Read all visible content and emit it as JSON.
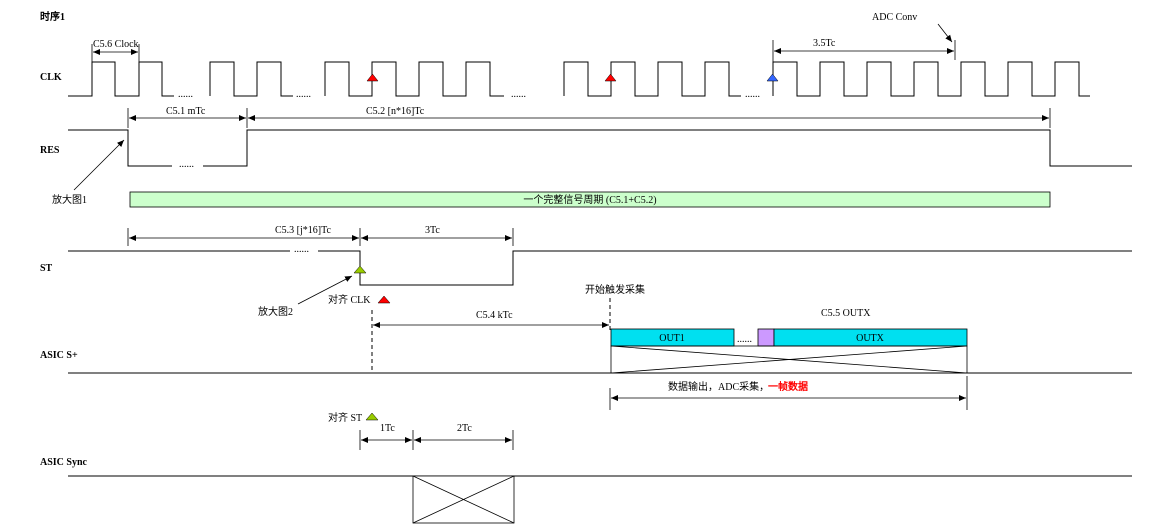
{
  "title": "时序1",
  "signals": {
    "clk": "CLK",
    "res": "RES",
    "st": "ST",
    "asic_s": "ASIC S+",
    "asic_sync": "ASIC Sync"
  },
  "annotations": {
    "adc_conv": "ADC Conv",
    "c56_clock": "C5.6 Clock",
    "c51": "C5.1 mTc",
    "c52": "C5.2 [n*16]Tc",
    "tc35": "3.5Tc",
    "zoom1": "放大图1",
    "zoom2": "放大图2",
    "full_period": "一个完整信号周期 (C5.1+C5.2)",
    "c53": "C5.3 [j*16]Tc",
    "tc3": "3Tc",
    "align_clk": "对齐 CLK",
    "start_trigger": "开始触发采集",
    "c54": "C5.4 kTc",
    "c55": "C5.5 OUTX",
    "out1": "OUT1",
    "outx": "OUTX",
    "ellipsis": "......",
    "data_output": "数据输出，ADC采集，",
    "one_frame": "一帧数据",
    "align_st": "对齐 ST",
    "tc1": "1Tc",
    "tc2": "2Tc"
  },
  "colors": {
    "bar_green": "#ccffcc",
    "bar_cyan": "#00e0f0",
    "bar_purple": "#cc99ff",
    "marker_red": "#ff0000",
    "marker_blue": "#3366ff",
    "marker_green": "#99cc00"
  }
}
